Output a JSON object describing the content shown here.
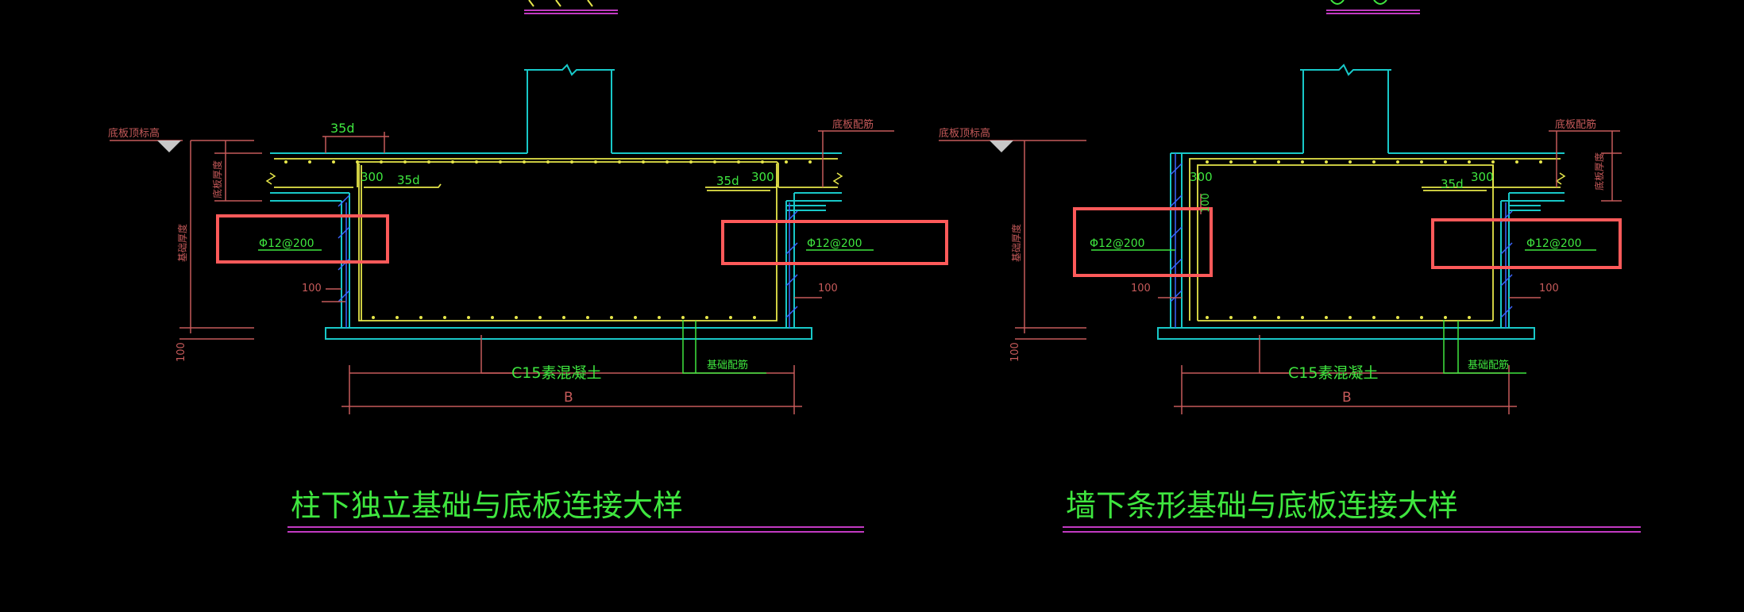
{
  "colors": {
    "background": "#000000",
    "cyan": "#18c8c8",
    "yellow": "#e6e64a",
    "green": "#3fe63f",
    "red_dimension": "#c65a5a",
    "blue_hatch": "#3a66ff",
    "highlight_box": "#ff5a5a",
    "magenta_underline": "#c23ac2"
  },
  "details": [
    {
      "title": "柱下独立基础与底板连接大样",
      "left_label_top": "底板顶标高",
      "label_floor_thickness": "底板厚度",
      "label_foundation_height": "基础厚度",
      "dim_35d_top": "35d",
      "dim_300_left": "300",
      "dim_35d_left": "35d",
      "dim_35d_right": "35d",
      "dim_300_right": "300",
      "label_slab_rebar": "底板配筋",
      "label_floor_thickness_right": "",
      "rebar_left": "Φ12@200",
      "rebar_right": "Φ12@200",
      "dim_100_left": "100",
      "dim_100_right": "100",
      "dim_100_bottom": "100",
      "concrete": "C15素混凝土",
      "label_foundation_rebar": "基础配筋",
      "width": "B"
    },
    {
      "title": "墙下条形基础与底板连接大样",
      "left_label_top": "底板顶标高",
      "label_floor_thickness": "",
      "label_foundation_height": "基础厚度",
      "dim_35d_top": "",
      "dim_300_left": "300",
      "dim_35d_left": "",
      "dim_35d_right": "35d",
      "dim_300_right": "300",
      "label_slab_rebar": "底板配筋",
      "label_floor_thickness_right": "底板厚度",
      "rebar_left": "Φ12@200",
      "rebar_right": "Φ12@200",
      "dim_100_left": "100",
      "dim_100_right": "100",
      "dim_100_bottom": "100",
      "dim_100_wall": "100",
      "concrete": "C15素混凝土",
      "label_foundation_rebar": "基础配筋",
      "width": "B"
    }
  ]
}
